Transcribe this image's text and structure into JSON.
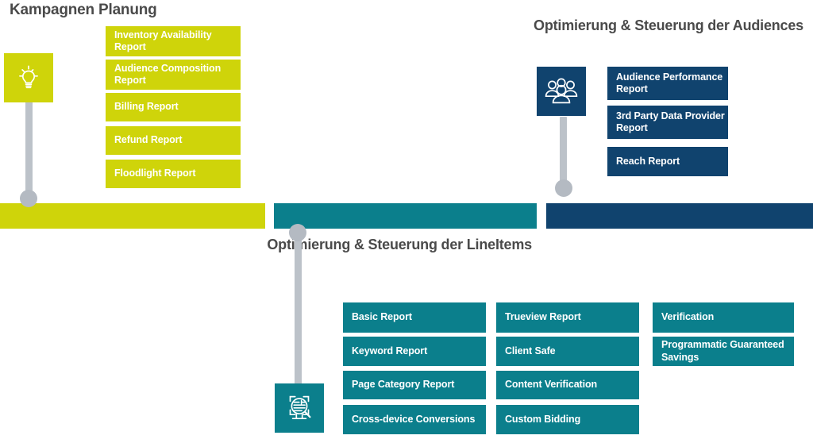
{
  "palette": {
    "yellow": "#cfd40a",
    "teal": "#0b7f8c",
    "navy": "#10436e",
    "connector_gray": "#bcc2c9",
    "heading_gray": "#4a4a4a",
    "background": "#ffffff",
    "chip_text": "#ffffff"
  },
  "sections": {
    "planung": {
      "heading": "Kampagnen Planung",
      "icon": "lightbulb-icon",
      "color": "#cfd40a",
      "reports": [
        {
          "label": "Inventory Availability Report"
        },
        {
          "label": "Audience Composition Report"
        },
        {
          "label": "Billing Report"
        },
        {
          "label": "Refund Report"
        },
        {
          "label": "Floodlight Report"
        }
      ]
    },
    "audiences": {
      "heading": "Optimierung & Steuerung der Audiences",
      "icon": "audience-group-icon",
      "color": "#10436e",
      "reports": [
        {
          "label": "Audience Performance Report"
        },
        {
          "label": "3rd Party Data Provider Report"
        },
        {
          "label": "Reach Report"
        }
      ]
    },
    "lineitems": {
      "heading": "Optimierung & Steuerung der LineItems",
      "icon": "document-magnifier-icon",
      "color": "#0b7f8c",
      "columns": [
        {
          "reports": [
            {
              "label": "Basic Report"
            },
            {
              "label": "Keyword Report"
            },
            {
              "label": "Page Category Report"
            },
            {
              "label": "Cross-device Conversions"
            }
          ]
        },
        {
          "reports": [
            {
              "label": "Trueview Report"
            },
            {
              "label": "Client Safe"
            },
            {
              "label": "Content Verification"
            },
            {
              "label": "Custom Bidding"
            }
          ]
        },
        {
          "reports": [
            {
              "label": "Verification"
            },
            {
              "label": "Programmatic Guaranteed Savings"
            }
          ]
        }
      ]
    }
  }
}
